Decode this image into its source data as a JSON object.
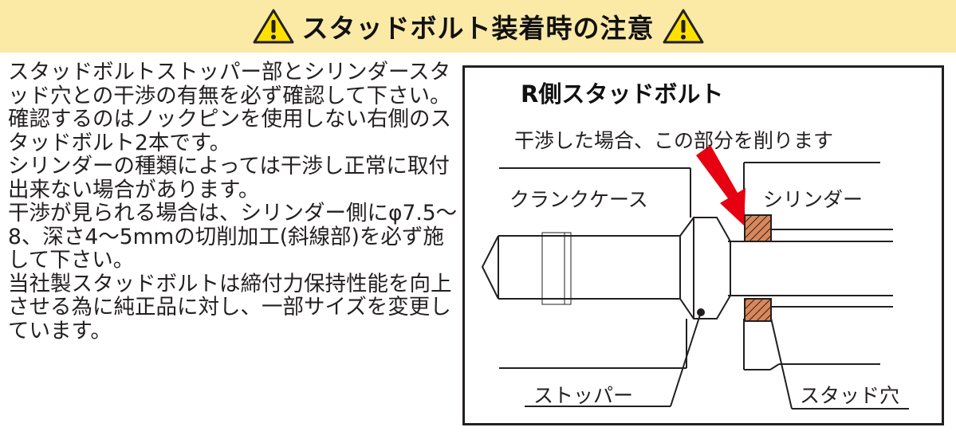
{
  "header": {
    "title": "スタッドボルト装着時の注意",
    "warning_icon": "warning-triangle-icon",
    "bg_color": "#fbe9a6",
    "icon_color": "#ffe100"
  },
  "body": {
    "paragraphs": [
      "スタッドボルトストッパー部とシリンダースタッド穴との干渉の有無を必ず確認して下さい。",
      "確認するのはノックピンを使用しない右側のスタッドボルト2本です。",
      "シリンダーの種類によっては干渉し正常に取付出来ない場合があります。",
      "干渉が見られる場合は、シリンダー側にφ7.5〜8、深さ4〜5mmの切削加工(斜線部)を必ず施して下さい。",
      "当社製スタッドボルトは締付力保持性能を向上させる為に純正品に対し、一部サイズを変更しています。"
    ]
  },
  "diagram": {
    "title": "R側スタッドボルト",
    "note": "干渉した場合、この部分を削ります",
    "labels": {
      "crankcase": "クランクケース",
      "cylinder": "シリンダー",
      "stopper": "ストッパー",
      "stud_hole": "スタッド穴"
    },
    "arrow_color": "#e60012",
    "hatch_color": "#d9875a"
  }
}
